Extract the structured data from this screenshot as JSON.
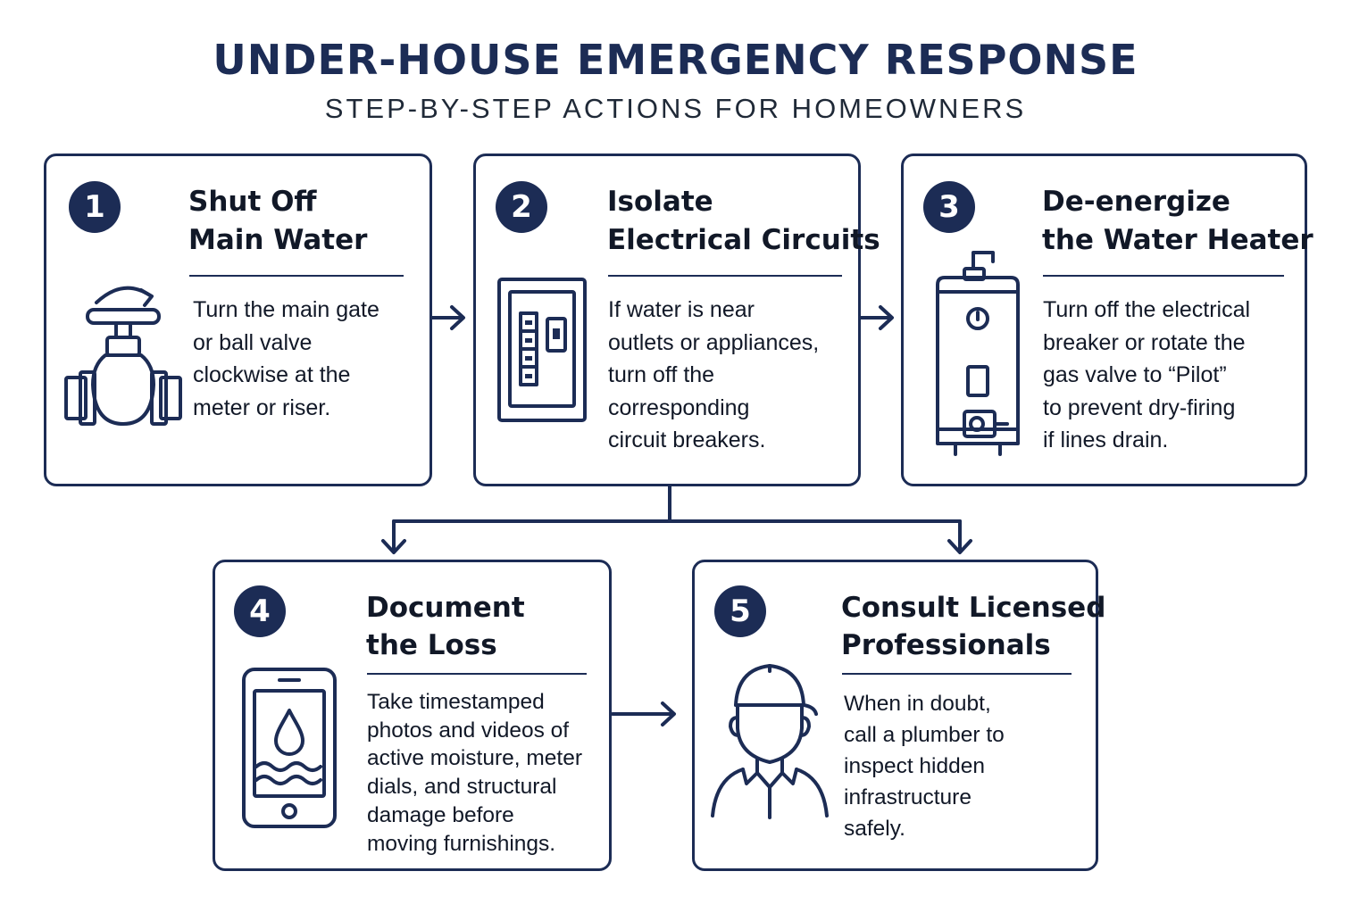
{
  "header": {
    "title": "UNDER-HOUSE EMERGENCY RESPONSE",
    "subtitle": "STEP-BY-STEP ACTIONS FOR HOMEOWNERS"
  },
  "steps": [
    {
      "number": "1",
      "title_lines": [
        "Shut Off",
        "Main Water"
      ],
      "text_lines": [
        "Turn the main gate",
        "or ball valve",
        "clockwise at the",
        "meter or riser."
      ],
      "icon": "water-valve-icon"
    },
    {
      "number": "2",
      "title_lines": [
        "Isolate",
        "Electrical Circuits"
      ],
      "text_lines": [
        "If water is near",
        "outlets or appliances,",
        "turn off the",
        "corresponding",
        "circuit breakers."
      ],
      "icon": "breaker-panel-icon"
    },
    {
      "number": "3",
      "title_lines": [
        "De-energize",
        "the Water Heater"
      ],
      "text_lines": [
        "Turn off the electrical",
        "breaker or rotate the",
        "gas valve to “Pilot”",
        "to prevent dry-firing",
        "if lines drain."
      ],
      "icon": "water-heater-icon"
    },
    {
      "number": "4",
      "title_lines": [
        "Document",
        "the Loss"
      ],
      "text_lines": [
        "Take timestamped",
        "photos and videos of",
        "active moisture, meter",
        "dials, and structural",
        "damage before",
        "moving furnishings."
      ],
      "icon": "phone-water-drop-icon"
    },
    {
      "number": "5",
      "title_lines": [
        "Consult Licensed",
        "Professionals"
      ],
      "text_lines": [
        "When in doubt,",
        "call a plumber to",
        "inspect hidden",
        "infrastructure",
        "safely."
      ],
      "icon": "plumber-icon"
    }
  ],
  "colors": {
    "navy": "#1c2c55",
    "text": "#111827",
    "background": "#ffffff"
  }
}
